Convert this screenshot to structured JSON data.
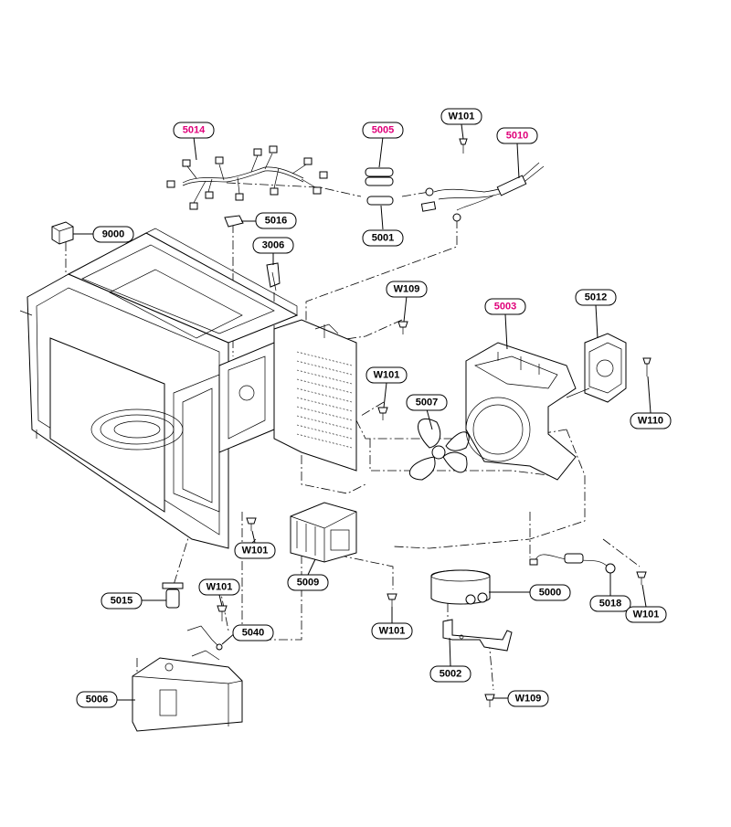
{
  "diagram": {
    "parts": [
      {
        "id": "5014",
        "label": "5014",
        "highlight": true
      },
      {
        "id": "5005",
        "label": "5005",
        "highlight": true
      },
      {
        "id": "5010",
        "label": "5010",
        "highlight": true
      },
      {
        "id": "5003",
        "label": "5003",
        "highlight": true
      },
      {
        "id": "W101a",
        "label": "W101",
        "highlight": false
      },
      {
        "id": "5016",
        "label": "5016",
        "highlight": false
      },
      {
        "id": "3006",
        "label": "3006",
        "highlight": false
      },
      {
        "id": "9000",
        "label": "9000",
        "highlight": false
      },
      {
        "id": "5001",
        "label": "5001",
        "highlight": false
      },
      {
        "id": "W109a",
        "label": "W109",
        "highlight": false
      },
      {
        "id": "5012",
        "label": "5012",
        "highlight": false
      },
      {
        "id": "W101b",
        "label": "W101",
        "highlight": false
      },
      {
        "id": "5007",
        "label": "5007",
        "highlight": false
      },
      {
        "id": "W110",
        "label": "W110",
        "highlight": false
      },
      {
        "id": "W101c",
        "label": "W101",
        "highlight": false
      },
      {
        "id": "5009",
        "label": "5009",
        "highlight": false
      },
      {
        "id": "5000",
        "label": "5000",
        "highlight": false
      },
      {
        "id": "5018",
        "label": "5018",
        "highlight": false
      },
      {
        "id": "W101d",
        "label": "W101",
        "highlight": false
      },
      {
        "id": "5015",
        "label": "5015",
        "highlight": false
      },
      {
        "id": "W101e",
        "label": "W101",
        "highlight": false
      },
      {
        "id": "5040",
        "label": "5040",
        "highlight": false
      },
      {
        "id": "W101f",
        "label": "W101",
        "highlight": false
      },
      {
        "id": "5002",
        "label": "5002",
        "highlight": false
      },
      {
        "id": "5006",
        "label": "5006",
        "highlight": false
      },
      {
        "id": "W109b",
        "label": "W109",
        "highlight": false
      }
    ],
    "colors": {
      "highlight": "#e0007a",
      "line": "#000000",
      "background": "#ffffff"
    }
  }
}
